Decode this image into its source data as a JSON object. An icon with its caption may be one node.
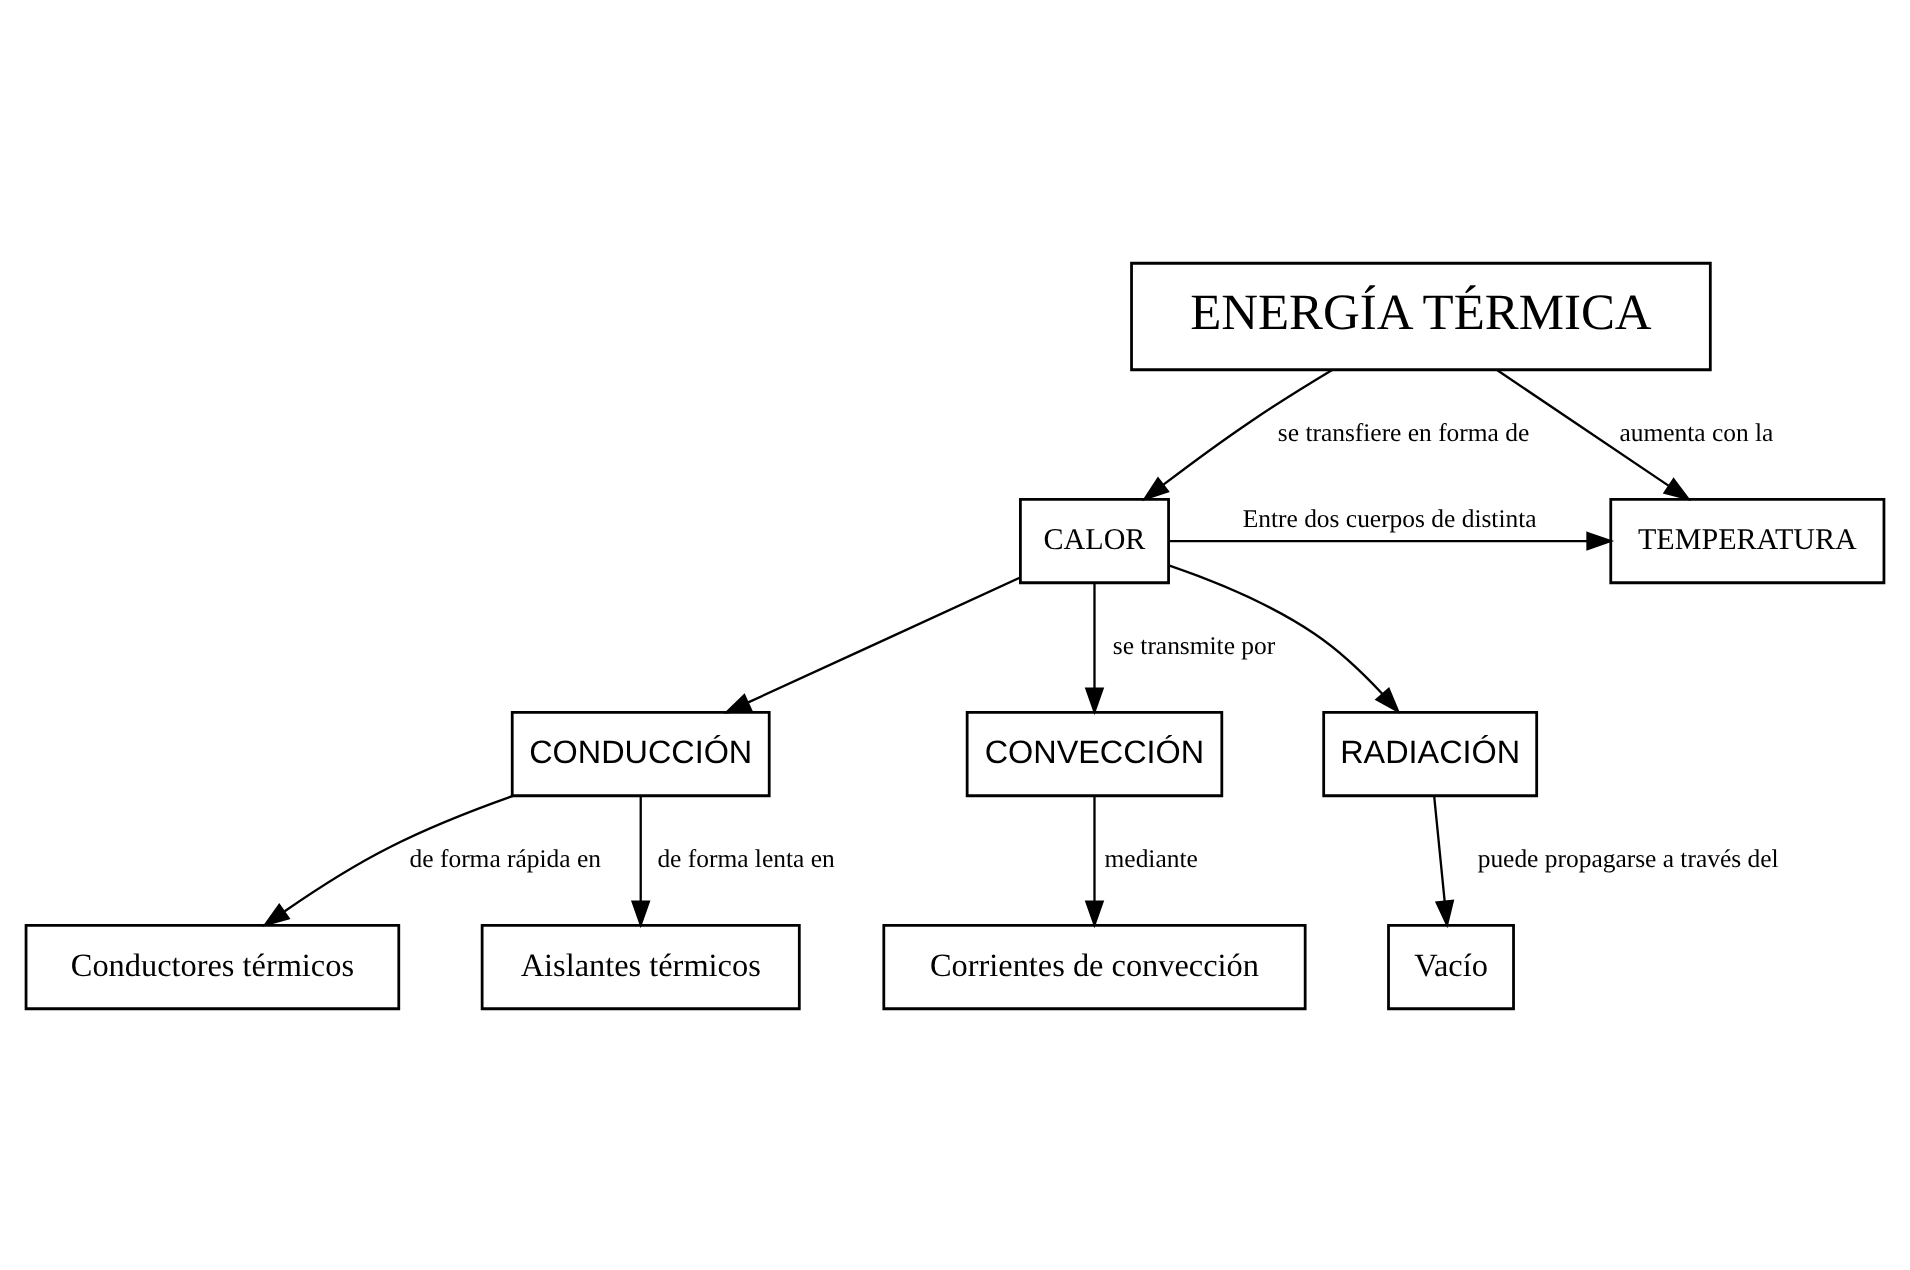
{
  "diagram": {
    "nodes": [
      {
        "text": [
          "ENERGÍA TÉRMICA"
        ]
      },
      {
        "text": [
          "TEMPERATURA"
        ]
      },
      {
        "text": [
          "CALOR"
        ]
      },
      {
        "text": [
          "CONDUCCIÓN"
        ]
      },
      {
        "text": [
          "CONVECCIÓN"
        ]
      },
      {
        "text": [
          "RADIACIÓN"
        ]
      },
      {
        "text": [
          "Conductores térmicos"
        ]
      },
      {
        "text": [
          "Aislantes térmicos"
        ]
      },
      {
        "text": [
          "Corrientes de convección"
        ]
      },
      {
        "text": [
          "Vacío"
        ]
      }
    ],
    "edges": [
      {
        "from": 0,
        "to": 1,
        "arrow": "to",
        "label": "aumenta con la"
      },
      {
        "from": 0,
        "to": 2,
        "arrow": "to",
        "label": "se transfiere en forma de"
      },
      {
        "from": 2,
        "to": 1,
        "arrow": "to",
        "label": "Entre dos cuerpos de distinta"
      },
      {
        "from": 2,
        "to": 3,
        "arrow": "to"
      },
      {
        "from": 2,
        "to": 4,
        "arrow": "to",
        "label": "se transmite por"
      },
      {
        "from": 2,
        "to": 5,
        "arrow": "to"
      },
      {
        "from": 3,
        "to": 6,
        "arrow": "to",
        "label": "de forma rápida en"
      },
      {
        "from": 3,
        "to": 7,
        "arrow": "to",
        "label": "de forma lenta en"
      },
      {
        "from": 4,
        "to": 8,
        "arrow": "to",
        "label": "mediante"
      },
      {
        "from": 5,
        "to": 9,
        "arrow": "to",
        "label": "puede propagarse a través del"
      }
    ]
  }
}
